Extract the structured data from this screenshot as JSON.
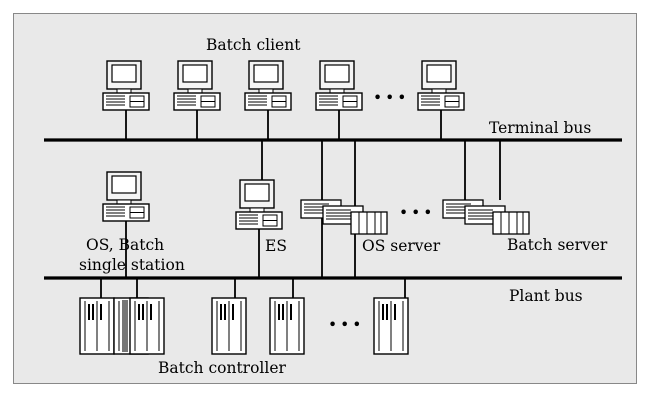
{
  "diagram": {
    "labels": {
      "batch_client": "Batch client",
      "terminal_bus": "Terminal bus",
      "os_batch_single_station_line1": "OS, Batch",
      "os_batch_single_station_line2": "single station",
      "es": "ES",
      "os_server": "OS server",
      "batch_server": "Batch server",
      "plant_bus": "Plant bus",
      "batch_controller": "Batch controller"
    },
    "ellipsis": "•••"
  }
}
